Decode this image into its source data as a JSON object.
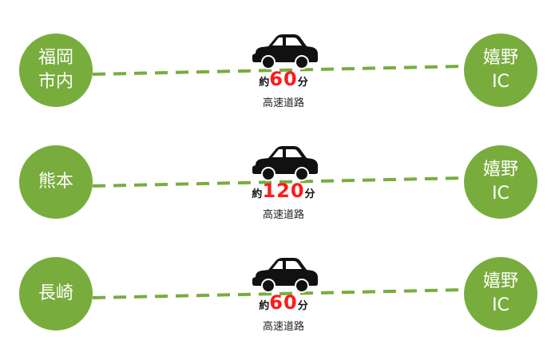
{
  "colors": {
    "node_fill": "#78ad3d",
    "line": "#78ad3d",
    "time_number": "#ff1a1a"
  },
  "icons": {
    "car": "car-icon"
  },
  "routes": [
    {
      "from": "福岡\n市内",
      "to": "嬉野\nIC",
      "time_prefix": "約",
      "time_value": "60",
      "time_unit": "分",
      "road": "高速道路"
    },
    {
      "from": "熊本",
      "to": "嬉野\nIC",
      "time_prefix": "約",
      "time_value": "120",
      "time_unit": "分",
      "road": "高速道路"
    },
    {
      "from": "長崎",
      "to": "嬉野\nIC",
      "time_prefix": "約",
      "time_value": "60",
      "time_unit": "分",
      "road": "高速道路"
    }
  ]
}
